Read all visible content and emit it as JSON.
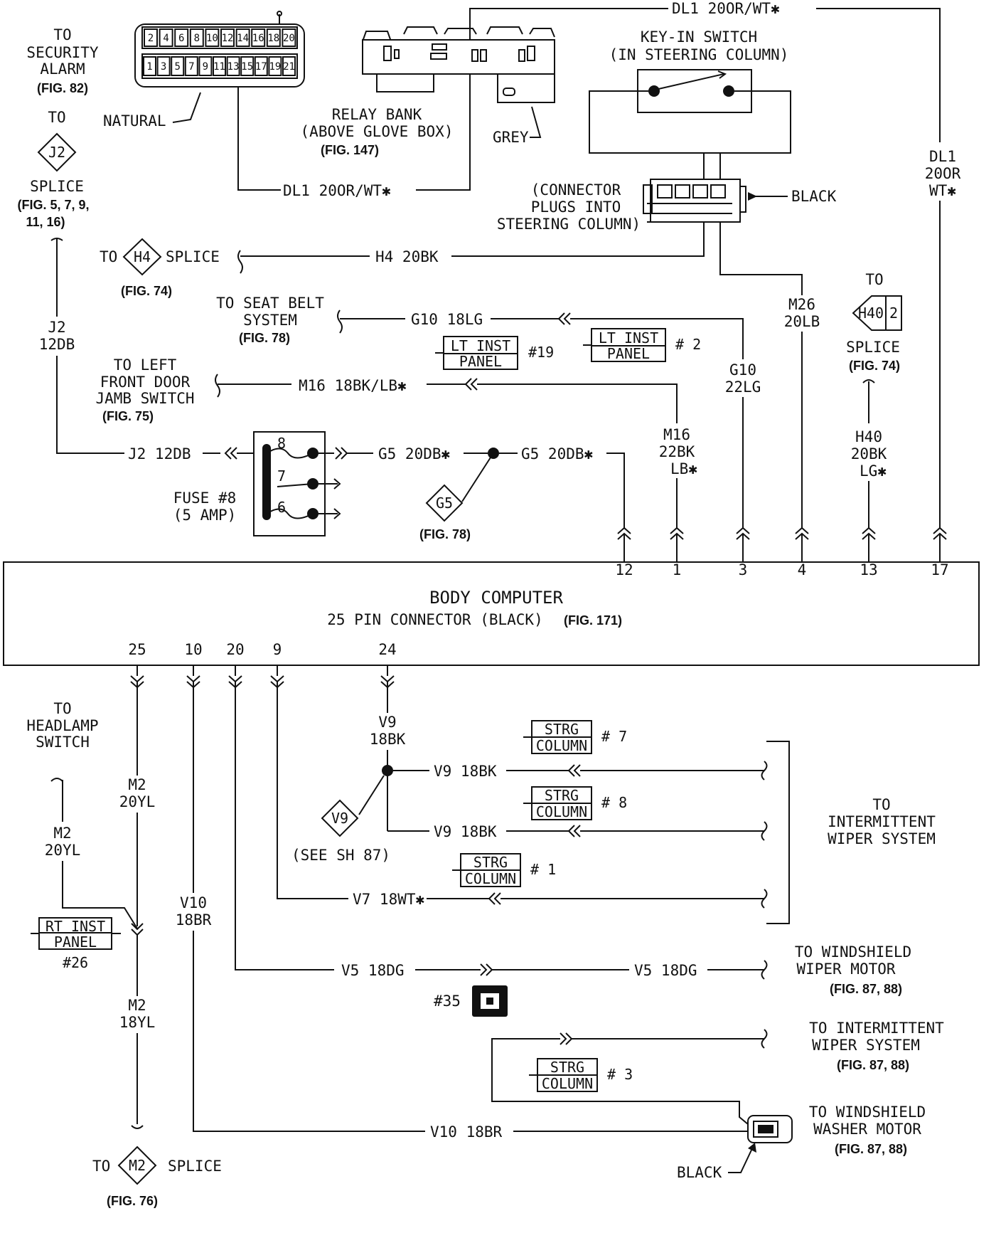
{
  "security": {
    "to": "TO",
    "l1": "SECURITY",
    "l2": "ALARM",
    "fig": "(FIG. 82)"
  },
  "connector": {
    "top_pins": [
      "2",
      "4",
      "6",
      "8",
      "10",
      "12",
      "14",
      "16",
      "18",
      "20"
    ],
    "bottom_pins": [
      "1",
      "3",
      "5",
      "7",
      "9",
      "11",
      "13",
      "15",
      "17",
      "19",
      "21"
    ],
    "natural_label": "NATURAL"
  },
  "relay": {
    "l1": "RELAY BANK",
    "l2": "(ABOVE GLOVE BOX)",
    "fig": "(FIG. 147)",
    "grey": "GREY"
  },
  "dl1_top": "DL1 20OR/WT",
  "dl1_mid": "DL1 20OR/WT",
  "dl1_right": {
    "l1": "DL1",
    "l2": "20OR",
    "l3": "WT"
  },
  "keyin": {
    "l1": "KEY-IN SWITCH",
    "l2": "(IN STEERING COLUMN)"
  },
  "plug": {
    "l1": "(CONNECTOR",
    "l2": "PLUGS INTO",
    "l3": "STEERING COLUMN)",
    "black": "BLACK"
  },
  "j2": {
    "to": "TO",
    "diamond": "J2",
    "splice": "SPLICE",
    "fig1": "(FIG. 5, 7, 9,",
    "fig2": "11, 16)",
    "wire1": "J2",
    "wire2": "12DB",
    "wire_h": "J2  12DB"
  },
  "h4": {
    "to": "TO",
    "diamond": "H4",
    "splice": "SPLICE",
    "fig": "(FIG. 74)",
    "wire": "H4  20BK"
  },
  "seatbelt": {
    "l1": "TO SEAT BELT",
    "l2": "SYSTEM",
    "fig": "(FIG. 78)",
    "wire": "G10  18LG"
  },
  "ltinst": [
    {
      "l1": "LT INST",
      "l2": "PANEL",
      "num": "#19"
    },
    {
      "l1": "LT INST",
      "l2": "PANEL",
      "num": "# 2"
    }
  ],
  "g10_v": {
    "l1": "G10",
    "l2": "22LG"
  },
  "m26_v": {
    "l1": "M26",
    "l2": "20LB"
  },
  "h40": {
    "to": "TO",
    "diamond": "H40",
    "num": "2",
    "splice": "SPLICE",
    "fig": "(FIG. 74)",
    "w1": "H40",
    "w2": "20BK",
    "w3": "LG"
  },
  "leftdoor": {
    "l1": "TO LEFT",
    "l2": "FRONT DOOR",
    "l3": "JAMB SWITCH",
    "fig": "(FIG. 75)",
    "wire": "M16  18BK/LB"
  },
  "m16_v": {
    "l1": "M16",
    "l2": "22BK",
    "l3": "LB"
  },
  "fuse": {
    "l1": "FUSE #8",
    "l2": "(5 AMP)",
    "pins": [
      "8",
      "7",
      "6"
    ]
  },
  "g5": {
    "wire_a": "G5  20DB",
    "wire_b": "G5  20DB",
    "diamond": "G5",
    "fig": "(FIG. 78)"
  },
  "top_pins": [
    "12",
    "1",
    "3",
    "4",
    "13",
    "17"
  ],
  "body": {
    "title": "BODY COMPUTER",
    "sub": "25 PIN CONNECTOR (BLACK)",
    "fig": "(FIG. 171)"
  },
  "bottom_pins": [
    "25",
    "10",
    "20",
    "9",
    "24"
  ],
  "headlamp": {
    "l1": "TO",
    "l2": "HEADLAMP",
    "l3": "SWITCH",
    "w1": "M2",
    "w2": "20YL"
  },
  "m2_a": {
    "l1": "M2",
    "l2": "20YL"
  },
  "m2_b": {
    "l1": "M2",
    "l2": "18YL"
  },
  "rtinst": {
    "l1": "RT INST",
    "l2": "PANEL",
    "num": "#26"
  },
  "m2_splice": {
    "to": "TO",
    "diamond": "M2",
    "splice": "SPLICE",
    "fig": "(FIG. 76)"
  },
  "v10": {
    "l1": "V10",
    "l2": "18BR",
    "wire": "V10  18BR"
  },
  "v9": {
    "l1": "V9",
    "l2": "18BK",
    "wire_a": "V9  18BK",
    "wire_b": "V9  18BK",
    "diamond": "V9",
    "see": "(SEE SH 87)"
  },
  "strg": [
    {
      "l1": "STRG",
      "l2": "COLUMN",
      "num": "# 7"
    },
    {
      "l1": "STRG",
      "l2": "COLUMN",
      "num": "# 8"
    },
    {
      "l1": "STRG",
      "l2": "COLUMN",
      "num": "# 1"
    },
    {
      "l1": "STRG",
      "l2": "COLUMN",
      "num": "# 3"
    }
  ],
  "v7": "V7  18WT",
  "intermittent1": {
    "l1": "TO",
    "l2": "INTERMITTENT",
    "l3": "WIPER SYSTEM"
  },
  "v5": {
    "wire_a": "V5  18DG",
    "wire_b": "V5  18DG",
    "num": "#35"
  },
  "wsmotor": {
    "l1": "TO WINDSHIELD",
    "l2": "WIPER MOTOR",
    "fig": "(FIG. 87, 88)"
  },
  "intermittent2": {
    "l1": "TO INTERMITTENT",
    "l2": "WIPER SYSTEM",
    "fig": "(FIG. 87, 88)"
  },
  "washer": {
    "l1": "TO WINDSHIELD",
    "l2": "WASHER MOTOR",
    "fig": "(FIG. 87, 88)",
    "black": "BLACK"
  },
  "star": "✱",
  "colors": {
    "ink": "#111111",
    "paper": "#ffffff"
  }
}
